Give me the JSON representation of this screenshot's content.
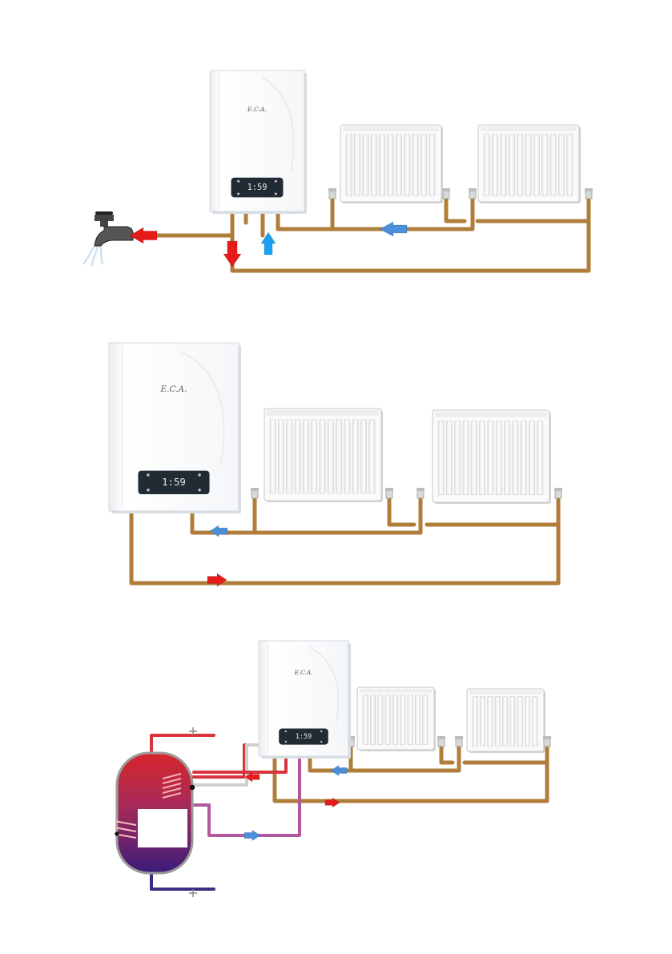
{
  "colors": {
    "pipe": "#b07d3a",
    "pipe_dark": "#8a5a22",
    "hot_arrow": "#e51b1b",
    "cold_arrow": "#4a8fd8",
    "cold_arrow_bright": "#1aa0f0",
    "boiler_body": "#ffffff",
    "boiler_shadow": "#d8dde3",
    "display_panel": "#222a33",
    "radiator_fin": "#f2f2f2",
    "tank_top": "#d7262b",
    "tank_bottom": "#3b1c7a",
    "dhw_hot_pipe": "#d9343b",
    "dhw_cold_pipe": "#3a2d82",
    "coil_return_pipe": "#b25aa0",
    "coil_feed_pipe": "#cfcfcf"
  },
  "diagrams": [
    {
      "id": "combi-with-tap",
      "label": "Boiler with radiators and hot water tap"
    },
    {
      "id": "heating-only",
      "label": "Boiler with radiators"
    },
    {
      "id": "with-cylinder",
      "label": "Boiler with radiators and hot water cylinder"
    }
  ],
  "boiler": {
    "brand": "E.C.A.",
    "display": "1:59"
  },
  "icons": [
    "water-tap-icon",
    "boiler-icon",
    "radiator-icon",
    "hot-water-cylinder-icon",
    "flow-arrow-icon"
  ]
}
